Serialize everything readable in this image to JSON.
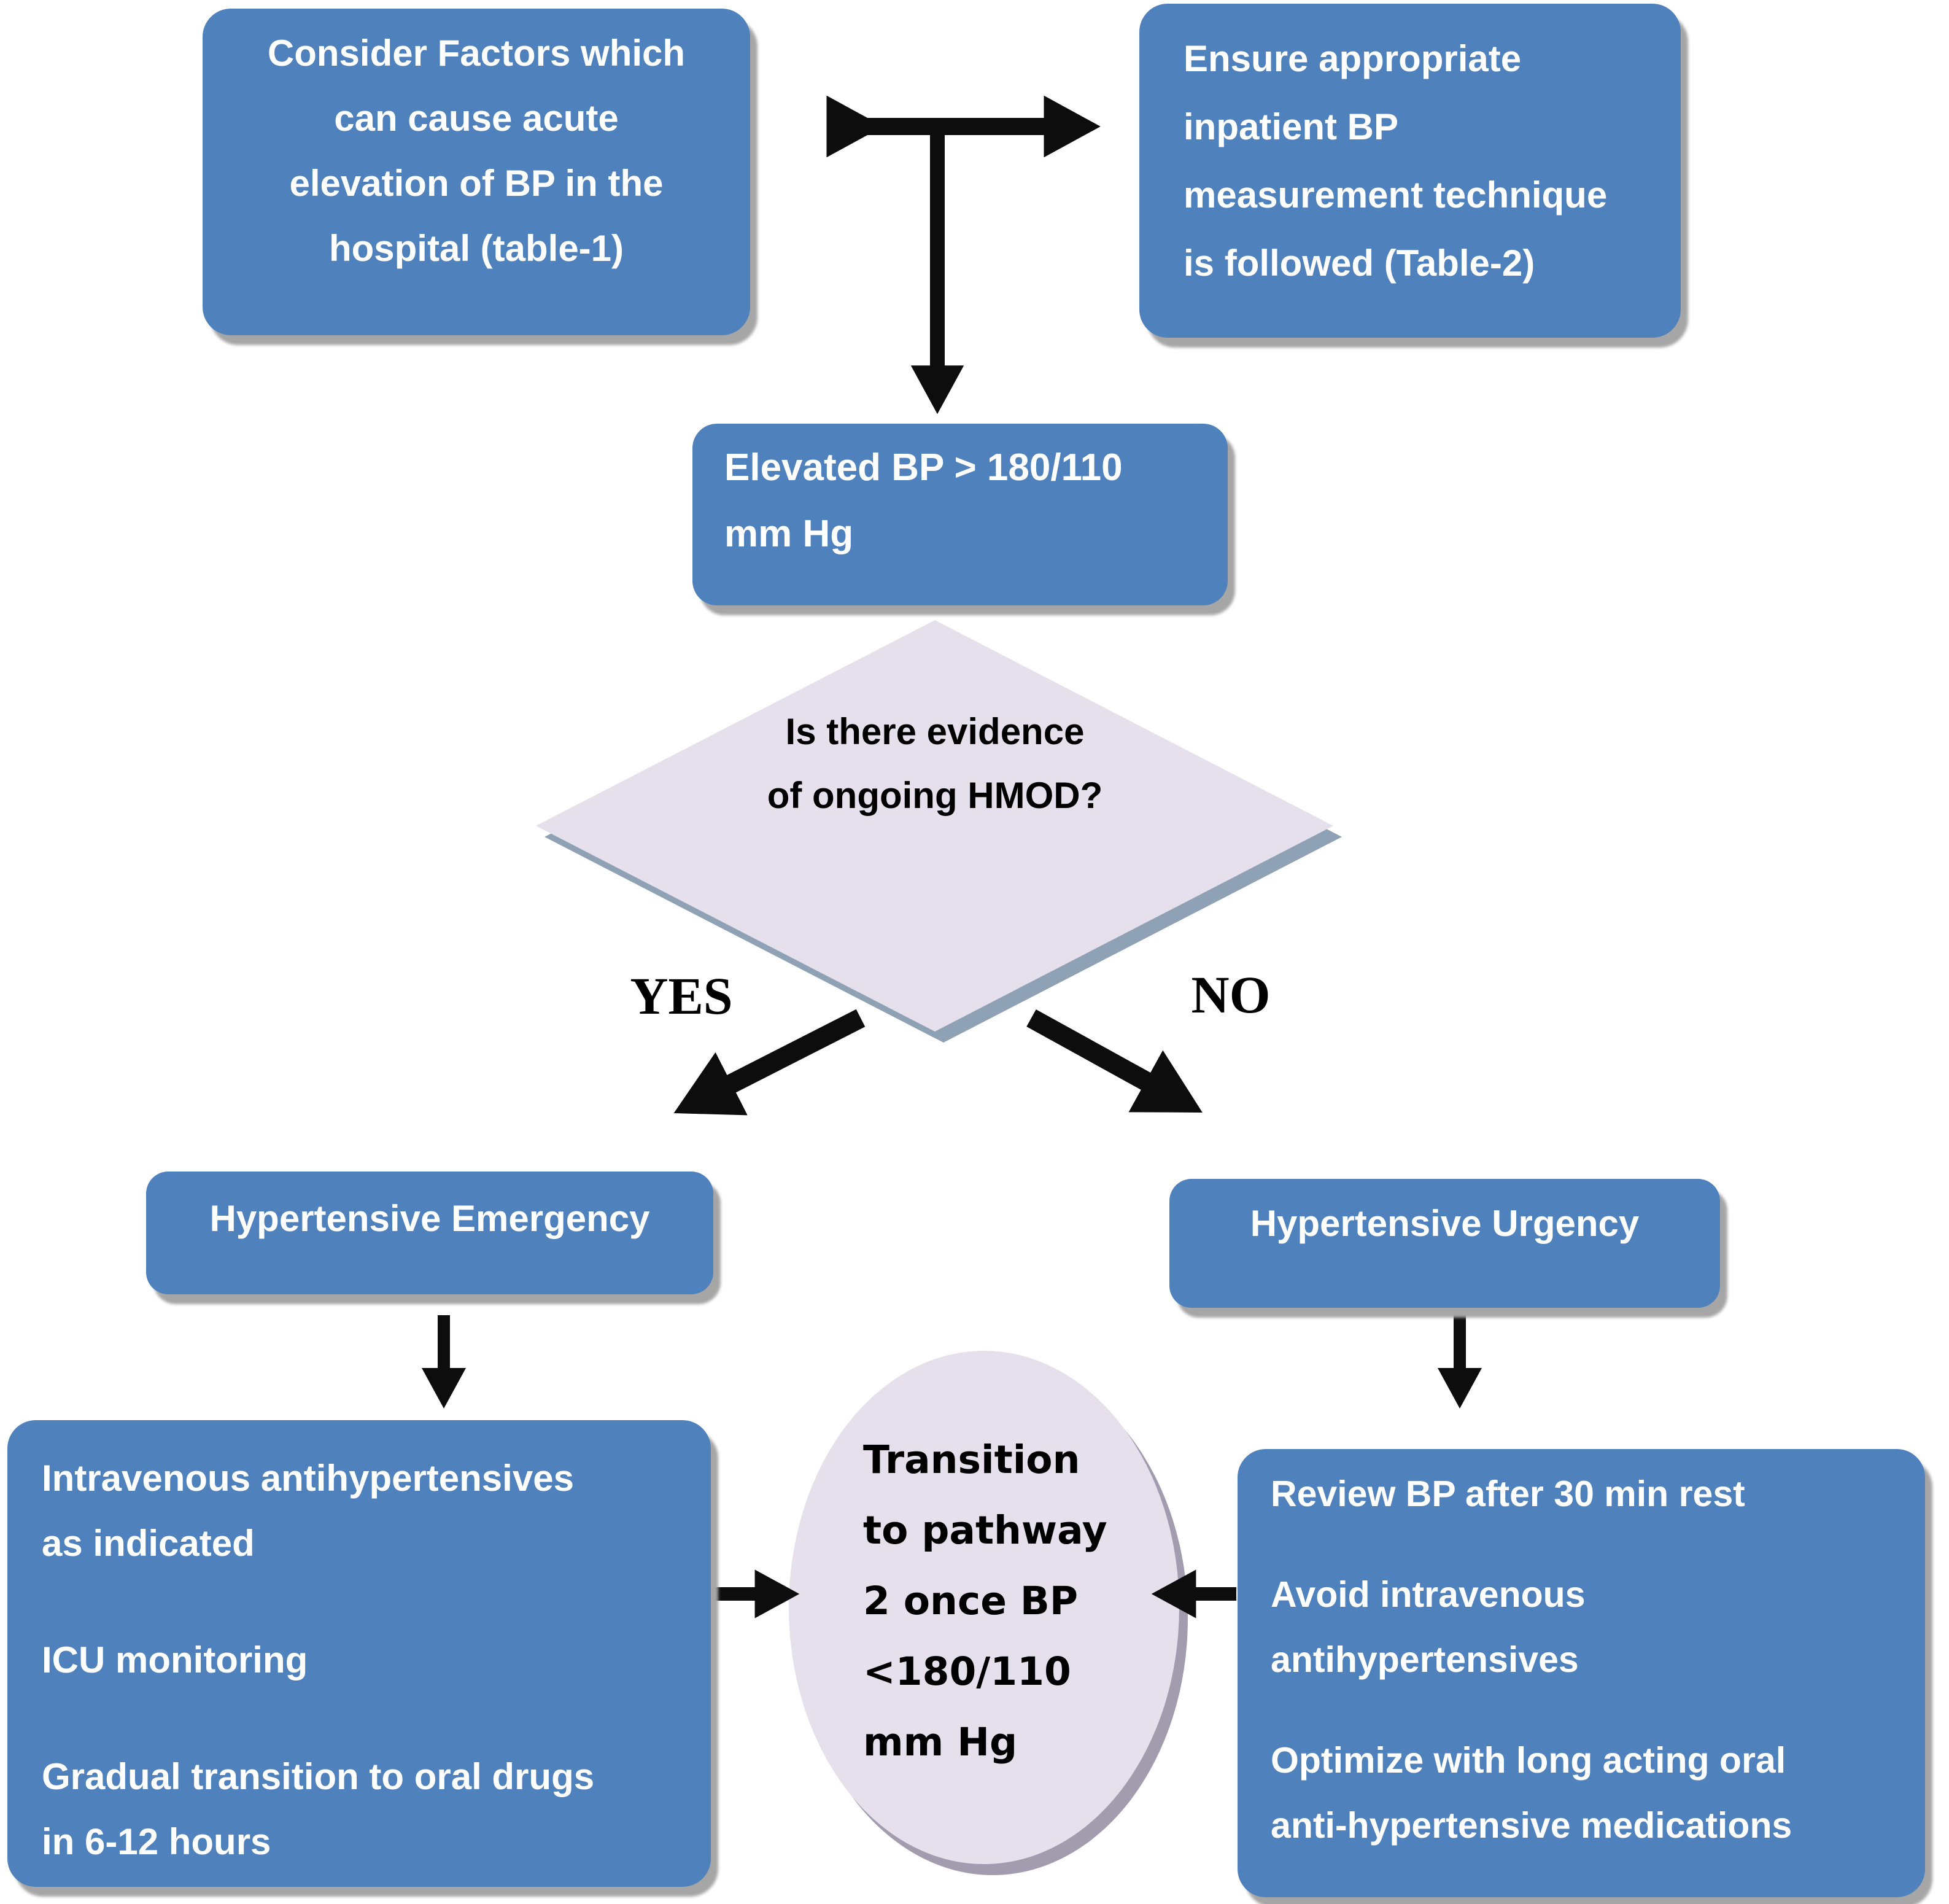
{
  "title": "Inpatient elevated blood pressure management flowchart",
  "colors": {
    "box_blue": "#4f81bd",
    "shape_lavender": "#e6e0ec",
    "diamond_shadow": "#8fa1b4",
    "ellipse_shadow": "#a39cae",
    "box_shadow": "#a6a6a6",
    "arrow_black": "#0d0d0d",
    "text_white": "#ffffff",
    "text_black": "#000000"
  },
  "nodes": {
    "consider_factors": {
      "lines": [
        "Consider Factors which",
        "can cause acute",
        "elevation of BP in the",
        "hospital (table-1)"
      ]
    },
    "ensure_technique": {
      "lines": [
        "Ensure appropriate",
        "inpatient BP",
        "measurement technique",
        "is followed (Table-2)"
      ]
    },
    "elevated_bp": {
      "lines": [
        "Elevated BP > 180/110",
        "mm Hg"
      ]
    },
    "decision_hmod": {
      "lines": [
        "Is there evidence",
        "of ongoing HMOD?"
      ]
    },
    "branch_yes": {
      "label": "YES"
    },
    "branch_no": {
      "label": "NO"
    },
    "hypertensive_emergency": {
      "label": "Hypertensive Emergency"
    },
    "hypertensive_urgency": {
      "label": "Hypertensive Urgency"
    },
    "emergency_actions": {
      "paragraphs": [
        [
          "Intravenous antihypertensives",
          "as indicated"
        ],
        [
          "ICU monitoring"
        ],
        [
          "Gradual transition to oral drugs",
          "in 6-12 hours"
        ]
      ]
    },
    "transition_pathway": {
      "lines": [
        "Transition",
        "to pathway",
        "2 once BP",
        "<180/110",
        "mm Hg"
      ]
    },
    "urgency_actions": {
      "paragraphs": [
        [
          "Review BP after 30 min rest"
        ],
        [
          "Avoid intravenous",
          "antihypertensives"
        ],
        [
          "Optimize with long  acting oral",
          "anti-hypertensive medications"
        ]
      ]
    }
  }
}
